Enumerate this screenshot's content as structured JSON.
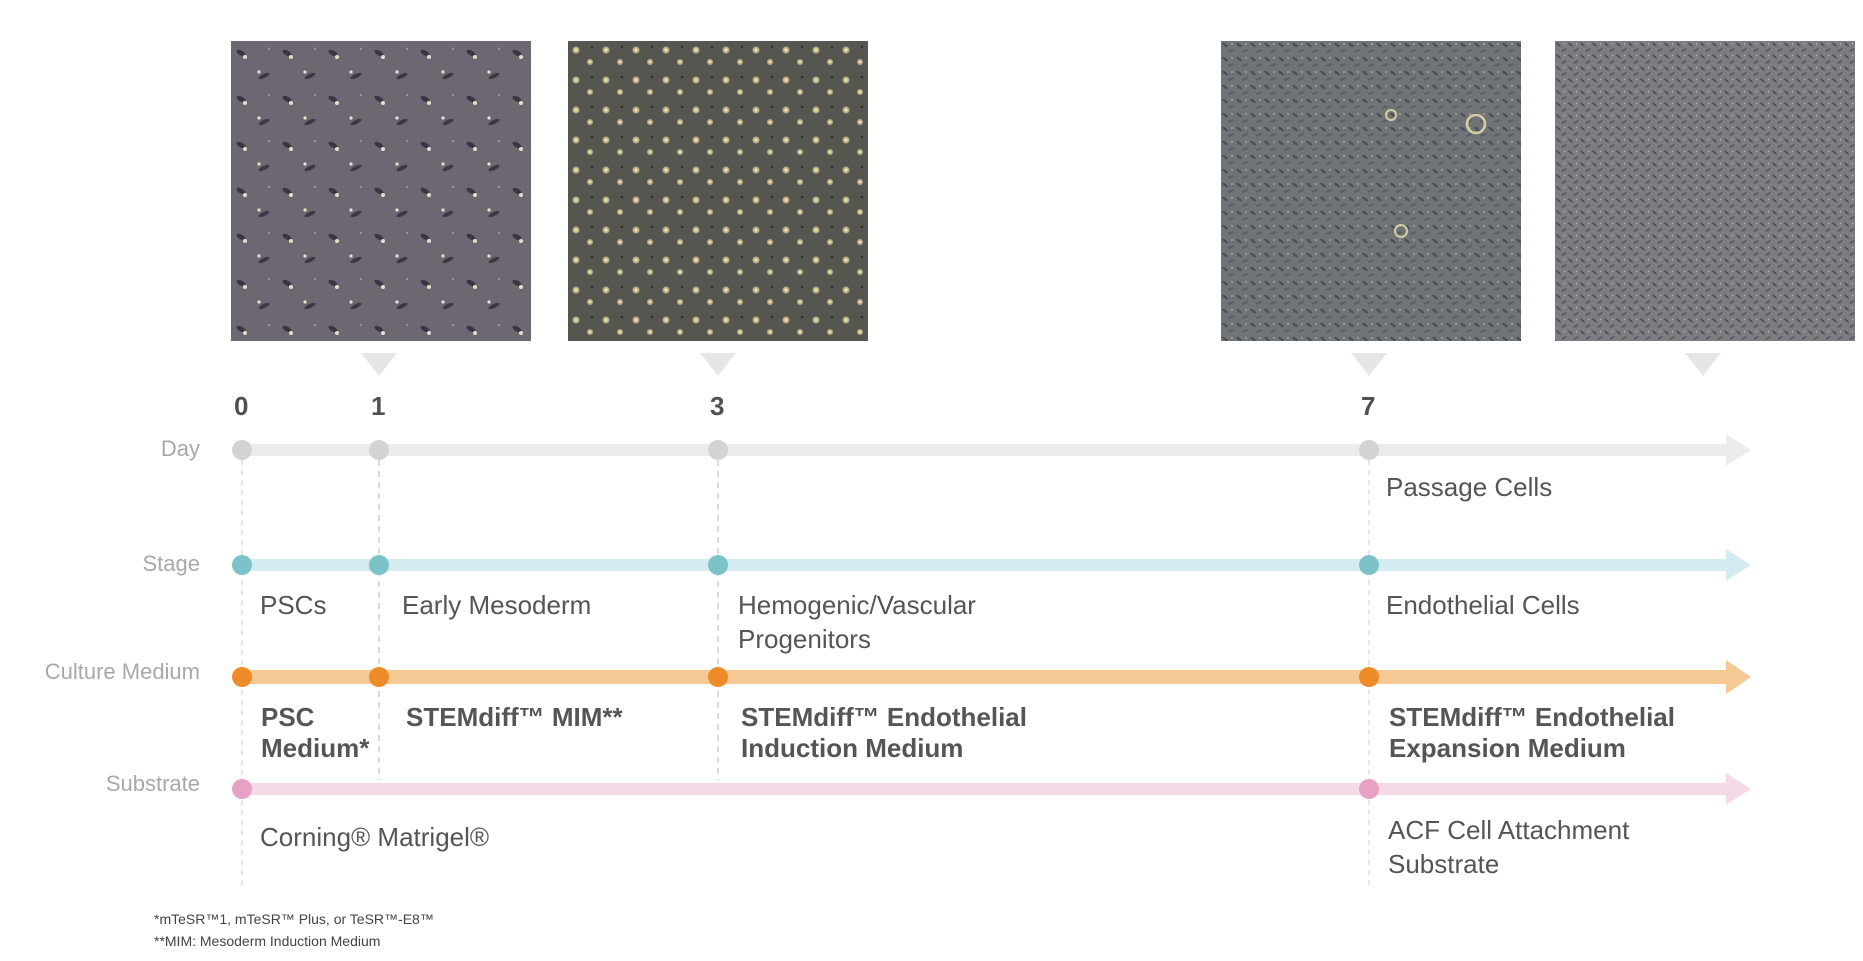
{
  "days": [
    "0",
    "1",
    "3",
    "7"
  ],
  "row_labels": {
    "day": "Day",
    "stage": "Stage",
    "culture_medium": "Culture Medium",
    "substrate": "Substrate"
  },
  "day_row": {
    "passage": "Passage Cells"
  },
  "stages": {
    "pscs": "PSCs",
    "early_mesoderm": "Early Mesoderm",
    "hemogenic_line1": "Hemogenic/Vascular",
    "hemogenic_line2": "Progenitors",
    "endothelial": "Endothelial Cells"
  },
  "media": {
    "psc_line1": "PSC",
    "psc_line2": "Medium*",
    "mim": "STEMdiff™ MIM**",
    "induction_line1": "STEMdiff™ Endothelial",
    "induction_line2": "Induction Medium",
    "expansion_line1": "STEMdiff™ Endothelial",
    "expansion_line2": "Expansion Medium"
  },
  "substrates": {
    "matrigel": "Corning® Matrigel®",
    "acf_line1": "ACF Cell Attachment",
    "acf_line2": "Substrate"
  },
  "footnotes": {
    "line1": "*mTeSR™1, mTeSR™ Plus, or TeSR™-E8™",
    "line2": "**MIM: Mesoderm Induction Medium"
  },
  "colors": {
    "day_track": "#ececec",
    "day_dot": "#d3d3d3",
    "stage_track": "#d3ecef",
    "stage_dot": "#7cc3c9",
    "medium_track": "#f6c893",
    "medium_dot": "#ef8c2a",
    "substrate_track": "#f6d9e6",
    "substrate_dot": "#e6a1c5",
    "pointer": "#e6e6e6",
    "guide": "#cfcfcf"
  },
  "icons": {
    "image_pointer": "triangle-down-icon",
    "track_arrow": "arrow-right-icon"
  }
}
